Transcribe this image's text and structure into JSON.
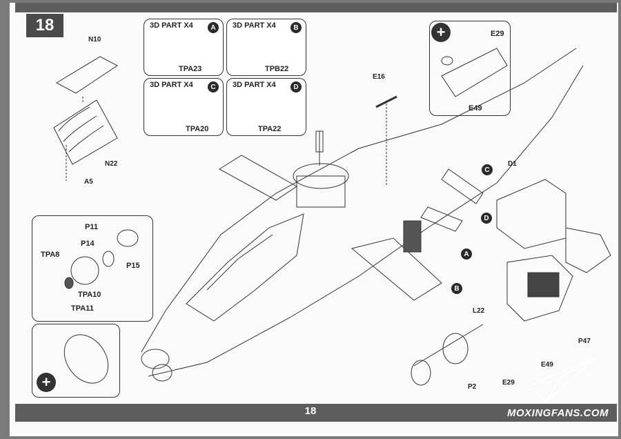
{
  "step": "18",
  "page_number": "18",
  "watermark": "MOXINGFANS.COM",
  "panels": [
    {
      "title": "3D PART X4",
      "badge": "A",
      "part": "TPA23"
    },
    {
      "title": "3D PART X4",
      "badge": "B",
      "part": "TPB22"
    },
    {
      "title": "3D PART X4",
      "badge": "C",
      "part": "TPA20"
    },
    {
      "title": "3D PART X4",
      "badge": "D",
      "part": "TPA22"
    }
  ],
  "left_detail": {
    "labels": [
      "N10",
      "N22",
      "A5"
    ]
  },
  "nose_detail": {
    "labels": [
      "P11",
      "P14",
      "TPA8",
      "P15",
      "TPA10",
      "TPA11"
    ]
  },
  "main_labels": {
    "e16": "E16",
    "d1": "D1",
    "l22": "L22",
    "p47": "P47",
    "e49_bottom": "E49",
    "e29_bottom": "E29",
    "p2": "P2"
  },
  "inset_labels": {
    "e29": "E29",
    "e49": "E49"
  },
  "callouts": [
    "A",
    "B",
    "C",
    "D"
  ],
  "icons": {
    "zoom": "magnifier-plus-icon",
    "logo": "paper-plane-logo"
  }
}
